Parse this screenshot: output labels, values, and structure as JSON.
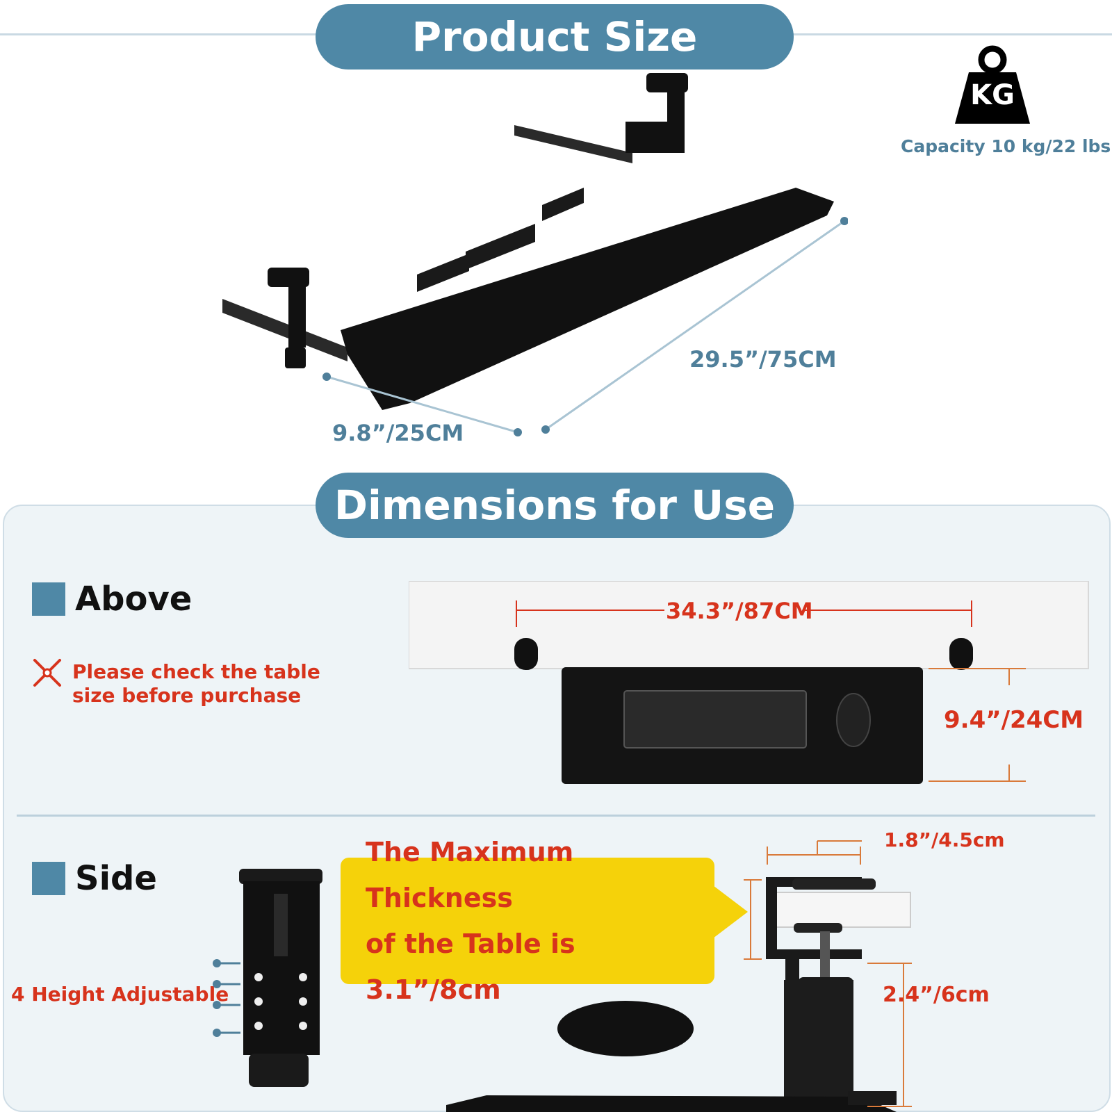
{
  "sections": {
    "product_size_title": "Product Size",
    "dimensions_title": "Dimensions for Use"
  },
  "capacity": {
    "icon_text": "KG",
    "label": "Capacity 10 kg/22 lbs"
  },
  "product_dims": {
    "depth": "9.8”/25CM",
    "width": "29.5”/75CM"
  },
  "above": {
    "label": "Above",
    "warning_line1": "Please check the table",
    "warning_line2": "size before purchase",
    "span": "34.3”/87CM",
    "depth": "9.4”/24CM"
  },
  "side": {
    "label": "Side",
    "height_adjust": "4 Height Adjustable",
    "callout_line1": "The Maximum Thickness",
    "callout_line2": "of the Table is 3.1”/8cm",
    "clamp_width": "1.8”/4.5cm",
    "drop": "2.4”/6cm"
  },
  "colors": {
    "accent": "#4f88a6",
    "warning_red": "#d7331c",
    "callout_yellow": "#f5d20a"
  }
}
